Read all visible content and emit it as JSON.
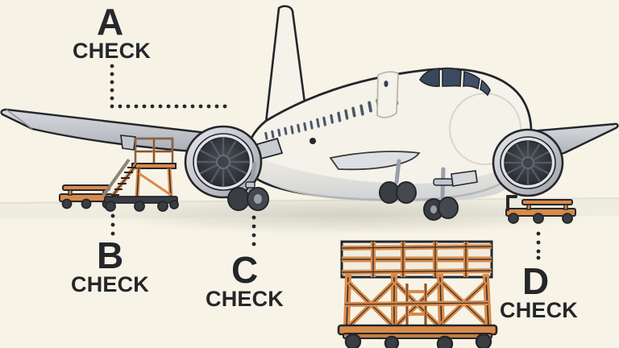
{
  "scene": {
    "title": "Aircraft Maintenance Check Levels Diagram",
    "background_color": "#f7f4e7",
    "ink_color": "#24262b",
    "orange_color": "#d98b4a",
    "fuselage_color": "#f4f2e9",
    "belly_shadow_color": "#cfd2d6",
    "window_color": "#3c4a60",
    "engine_color": "#2f3338",
    "wheel_color": "#3a3d42"
  },
  "labels": [
    {
      "id": "a",
      "letter": "A",
      "word": "CHECK"
    },
    {
      "id": "b",
      "letter": "B",
      "word": "CHECK"
    },
    {
      "id": "c",
      "letter": "C",
      "word": "CHECK"
    },
    {
      "id": "d",
      "letter": "D",
      "word": "CHECK"
    }
  ],
  "equipment": [
    {
      "name": "baggage-cart-left",
      "color": "#d98b4a",
      "wheels": 3
    },
    {
      "name": "maintenance-stairs-platform",
      "color": "#d98b4a",
      "wheels": 4
    },
    {
      "name": "baggage-cart-right",
      "color": "#d98b4a",
      "wheels": 3
    },
    {
      "name": "heavy-maintenance-scaffold-dock",
      "color": "#d98b4a",
      "wheels": 4
    }
  ],
  "aircraft": {
    "name": "twin-engine-jet-airliner",
    "engines": 2,
    "landing_gear": 3,
    "cabin_window_rows": 1,
    "cockpit_windows": 4
  }
}
